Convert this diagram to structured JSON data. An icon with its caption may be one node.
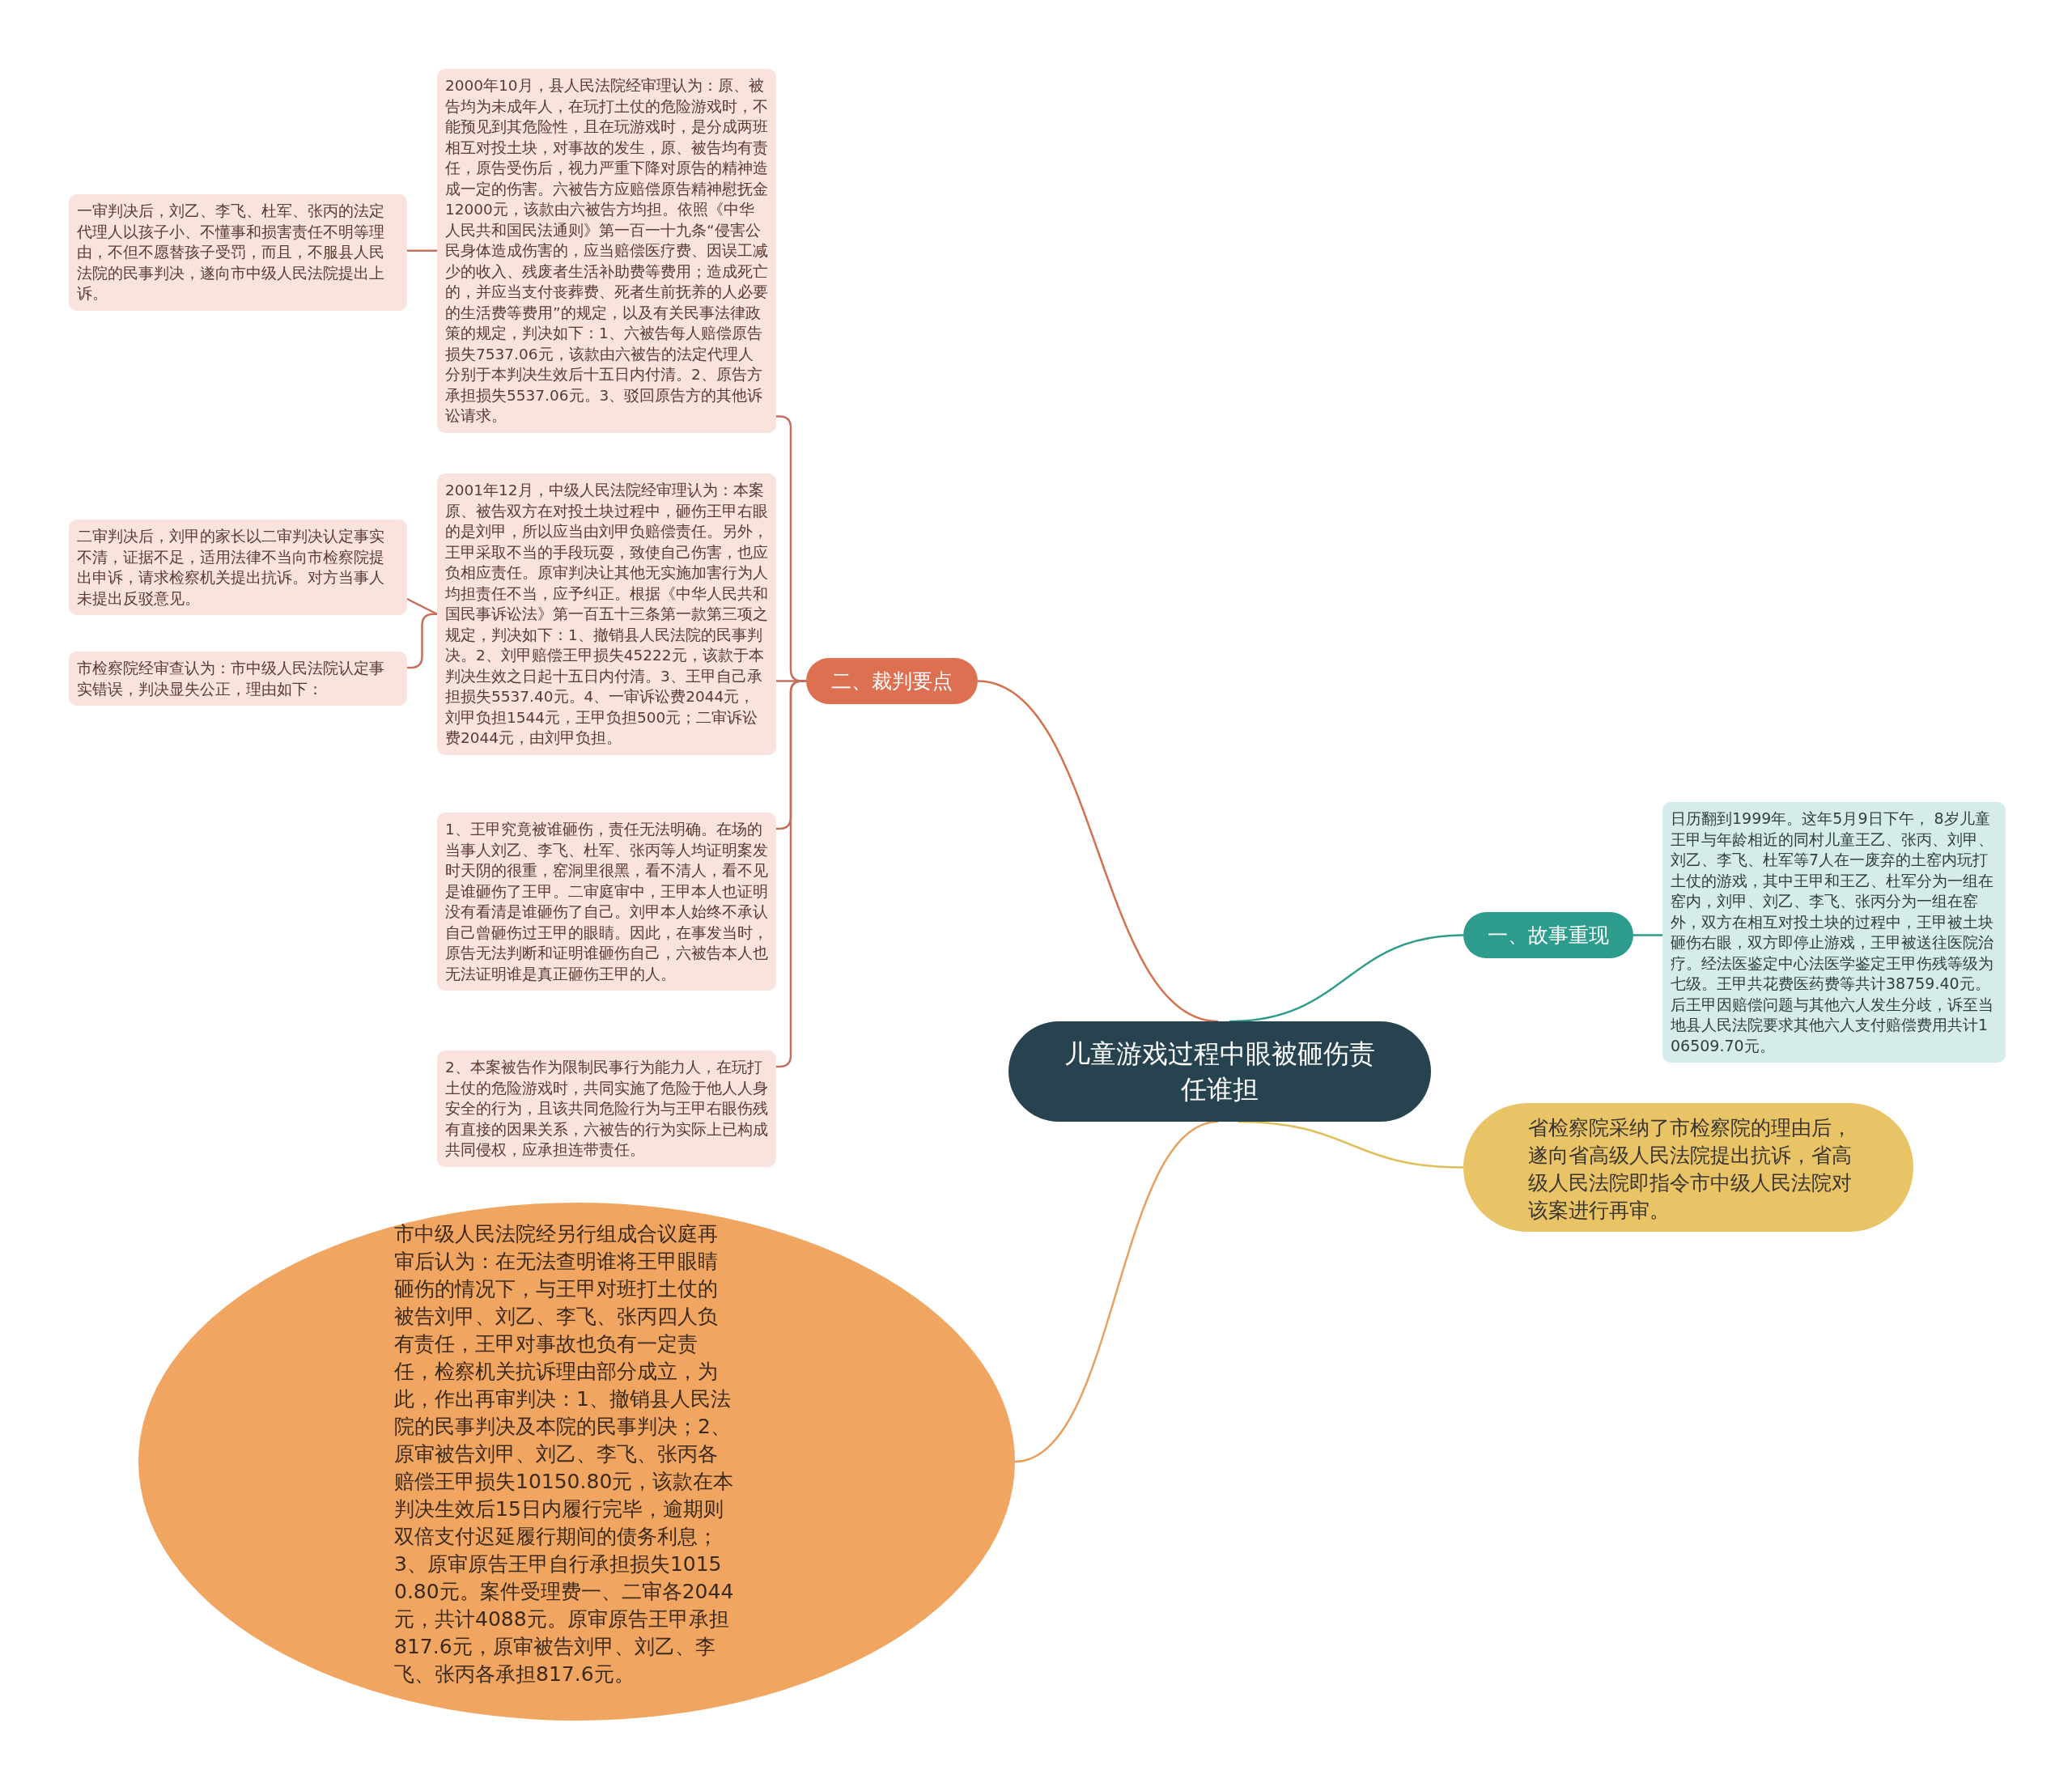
{
  "diagram": {
    "nodes": [
      {
        "text": [
          "儿童游戏过程中眼被砸伤责任谁担"
        ]
      },
      {
        "text": [
          "一、故事重现"
        ]
      },
      {
        "text": [
          "日历翻到1999年。这年5月9日下午， 8岁儿童王甲与年龄相近的同村儿童王乙、张丙、刘甲、刘乙、李飞、杜军等7人在一废弃的土窑内玩打土仗的游戏，其中王甲和王乙、杜军分为一组在窑内，刘甲、刘乙、李飞、张丙分为一组在窑外，双方在相互对投土块的过程中，王甲被土块砸伤右眼，双方即停止游戏，王甲被送往医院治疗。经法医鉴定中心法医学鉴定王甲伤残等级为七级。王甲共花费医药费等共计38759.40元。后王甲因赔偿问题与其他六人发生分歧，诉至当地县人民法院要求其他六人支付赔偿费用共计106509.70元。"
        ]
      },
      {
        "text": [
          "二、裁判要点"
        ]
      },
      {
        "text": [
          "2000年10月，县人民法院经审理认为：原、被告均为未成年人，在玩打土仗的危险游戏时，不能预见到其危险性，且在玩游戏时，是分成两班相互对投土块，对事故的发生，原、被告均有责任，原告受伤后，视力严重下降对原告的精神造成一定的伤害。六被告方应赔偿原告精神慰抚金12000元，该款由六被告方均担。依照《中华人民共和国民法通则》第一百一十九条“侵害公民身体造成伤害的，应当赔偿医疗费、因误工减少的收入、残废者生活补助费等费用；造成死亡的，并应当支付丧葬费、死者生前抚养的人必要的生活费等费用”的规定，以及有关民事法律政策的规定，判决如下：1、六被告每人赔偿原告损失7537.06元，该款由六被告的法定代理人分别于本判决生效后十五日内付清。2、原告方承担损失5537.06元。3、驳回原告方的其他诉讼请求。"
        ]
      },
      {
        "text": [
          "一审判决后，刘乙、李飞、杜军、张丙的法定代理人以孩子小、不懂事和损害责任不明等理由，不但不愿替孩子受罚，而且，不服县人民法院的民事判决，遂向市中级人民法院提出上诉。"
        ]
      },
      {
        "text": [
          "2001年12月，中级人民法院经审理认为：本案原、被告双方在对投土块过程中，砸伤王甲右眼的是刘甲，所以应当由刘甲负赔偿责任。另外，王甲采取不当的手段玩耍，致使自己伤害，也应负相应责任。原审判决让其他无实施加害行为人均担责任不当，应予纠正。根据《中华人民共和国民事诉讼法》第一百五十三条第一款第三项之规定，判决如下：1、撤销县人民法院的民事判决。2、刘甲赔偿王甲损失45222元，该款于本判决生效之日起十五日内付清。3、王甲自己承担损失5537.40元。4、一审诉讼费2044元，刘甲负担1544元，王甲负担500元；二审诉讼费2044元，由刘甲负担。"
        ]
      },
      {
        "text": [
          "二审判决后，刘甲的家长以二审判决认定事实不清，证据不足，适用法律不当向市检察院提出申诉，请求检察机关提出抗诉。对方当事人未提出反驳意见。"
        ]
      },
      {
        "text": [
          "市检察院经审查认为：市中级人民法院认定事实错误，判决显失公正，理由如下："
        ]
      },
      {
        "text": [
          "1、王甲究竟被谁砸伤，责任无法明确。在场的当事人刘乙、李飞、杜军、张丙等人均证明案发时天阴的很重，窑洞里很黑，看不清人，看不见是谁砸伤了王甲。二审庭审中，王甲本人也证明没有看清是谁砸伤了自己。刘甲本人始终不承认自己曾砸伤过王甲的眼睛。因此，在事发当时，原告无法判断和证明谁砸伤自己，六被告本人也无法证明谁是真正砸伤王甲的人。"
        ]
      },
      {
        "text": [
          "2、本案被告作为限制民事行为能力人，在玩打土仗的危险游戏时，共同实施了危险于他人人身安全的行为，且该共同危险行为与王甲右眼伤残有直接的因果关系，六被告的行为实际上已构成共同侵权，应承担连带责任。"
        ]
      },
      {
        "text": [
          "省检察院采纳了市检察院的理由后，遂向省高级人民法院提出抗诉，省高级人民法院即指令市中级人民法院对该案进行再审。"
        ]
      },
      {
        "text": [
          "市中级人民法院经另行组成合议庭再审后认为：在无法查明谁将王甲眼睛砸伤的情况下，与王甲对班打土仗的被告刘甲、刘乙、李飞、张丙四人负有责任，王甲对事故也负有一定责任，检察机关抗诉理由部分成立，为此，作出再审判决：1、撤销县人民法院的民事判决及本院的民事判决；2、原审被告刘甲、刘乙、李飞、张丙各赔偿王甲损失10150.80元，该款在本判决生效后15日内履行完毕，逾期则双倍支付迟延履行期间的债务利息；3、原审原告王甲自行承担损失10150.80元。案件受理费一、二审各2044元，共计4088元。原审原告王甲承担817.6元，原审被告刘甲、刘乙、李飞、张丙各承担817.6元。"
        ]
      }
    ],
    "edges": [
      {
        "from": 0,
        "to": 1,
        "arrow": "none",
        "color": "#2e9c8c"
      },
      {
        "from": 1,
        "to": 2,
        "arrow": "none",
        "color": "#2e9c8c"
      },
      {
        "from": 0,
        "to": 3,
        "arrow": "none",
        "color": "#d4714f"
      },
      {
        "from": 3,
        "to": 4,
        "arrow": "none"
      },
      {
        "from": 4,
        "to": 5,
        "arrow": "none"
      },
      {
        "from": 3,
        "to": 6,
        "arrow": "none"
      },
      {
        "from": 6,
        "to": 7,
        "arrow": "none"
      },
      {
        "from": 6,
        "to": 8,
        "arrow": "none"
      },
      {
        "from": 3,
        "to": 9,
        "arrow": "none"
      },
      {
        "from": 3,
        "to": 10,
        "arrow": "none"
      },
      {
        "from": 0,
        "to": 11,
        "arrow": "none",
        "color": "#e0bf5a"
      },
      {
        "from": 0,
        "to": 12,
        "arrow": "none",
        "color": "#e8a060"
      }
    ]
  }
}
